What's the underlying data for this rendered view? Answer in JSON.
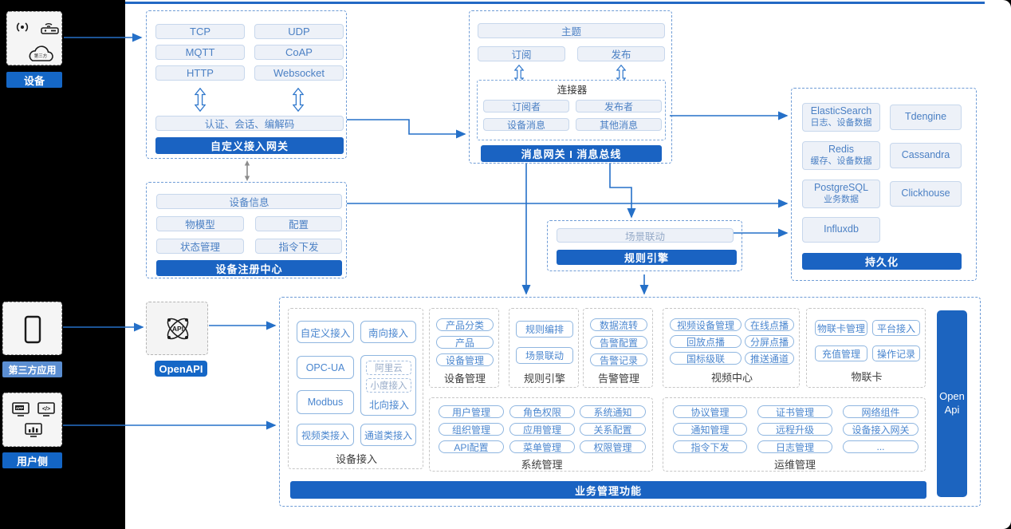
{
  "colors": {
    "accent_bar": "#1a63c2",
    "arrow": "#2570c8",
    "top_line": "#2268c4",
    "label_blue": "#1567c6",
    "label_light_blue": "#5b8ed2"
  },
  "left_panel": {
    "devices": {
      "label": "设备",
      "icons": [
        "wireless-signal-icon",
        "router-icon",
        "cloud-icon"
      ],
      "cloud_text": "第三方"
    },
    "third_party": {
      "label": "第三方应用",
      "icons": [
        "phone-icon"
      ]
    },
    "user_side": {
      "label": "用户侧",
      "icons": [
        "app-icon",
        "code-icon",
        "dashboard-icon"
      ]
    }
  },
  "openapi": {
    "label": "OpenAPI",
    "icon": "api-network-icon"
  },
  "custom_gateway": {
    "title": "自定义接入网关",
    "protocols": [
      "TCP",
      "UDP",
      "MQTT",
      "CoAP",
      "HTTP",
      "Websocket"
    ],
    "auth": "认证、会话、编解码"
  },
  "message_bus": {
    "title": "消息网关 I 消息总线",
    "topic": "主题",
    "subscribe": "订阅",
    "publish": "发布",
    "connector": {
      "title": "连接器",
      "items": [
        "订阅者",
        "发布者",
        "设备消息",
        "其他消息"
      ]
    }
  },
  "persistence": {
    "title": "持久化",
    "items": [
      {
        "name": "ElasticSearch",
        "desc": "日志、设备数据"
      },
      {
        "name": "Tdengine",
        "desc": ""
      },
      {
        "name": "Redis",
        "desc": "缓存、设备数据"
      },
      {
        "name": "Cassandra",
        "desc": ""
      },
      {
        "name": "PostgreSQL",
        "desc": "业务数据"
      },
      {
        "name": "Clickhouse",
        "desc": ""
      },
      {
        "name": "Influxdb",
        "desc": ""
      }
    ]
  },
  "device_registry": {
    "title": "设备注册中心",
    "info": "设备信息",
    "items": [
      "物模型",
      "配置",
      "状态管理",
      "指令下发"
    ]
  },
  "rule_engine_mid": {
    "title": "规则引擎",
    "item": "场景联动"
  },
  "business": {
    "bottom_bar": "业务管理功能",
    "open_api_bar": "Open Api",
    "device_access": {
      "label": "设备接入",
      "items": [
        "自定义接入",
        "南向接入",
        "OPC-UA",
        "Modbus",
        "视频类接入",
        "通道类接入"
      ],
      "north_group": {
        "dashed": [
          "阿里云",
          "小度接入"
        ],
        "label": "北向接入"
      }
    },
    "device_mgmt": {
      "label": "设备管理",
      "items": [
        "产品分类",
        "产品",
        "设备管理"
      ]
    },
    "rule_engine": {
      "label": "规则引擎",
      "items": [
        "规则编排",
        "场景联动"
      ]
    },
    "alarm_mgmt": {
      "label": "告警管理",
      "items": [
        "数据流转",
        "告警配置",
        "告警记录"
      ]
    },
    "video_center": {
      "label": "视频中心",
      "items": [
        "视频设备管理",
        "在线点播",
        "回放点播",
        "分屏点播",
        "国标级联",
        "推送通道"
      ]
    },
    "iot_card": {
      "label": "物联卡",
      "items": [
        "物联卡管理",
        "平台接入",
        "充值管理",
        "操作记录"
      ]
    },
    "system_mgmt": {
      "label": "系统管理",
      "items": [
        "用户管理",
        "角色权限",
        "系统通知",
        "组织管理",
        "应用管理",
        "关系配置",
        "API配置",
        "菜单管理",
        "权限管理"
      ]
    },
    "ops_mgmt": {
      "label": "运维管理",
      "items": [
        "协议管理",
        "证书管理",
        "网络组件",
        "通知管理",
        "远程升级",
        "设备接入网关",
        "指令下发",
        "日志管理",
        "..."
      ]
    }
  }
}
